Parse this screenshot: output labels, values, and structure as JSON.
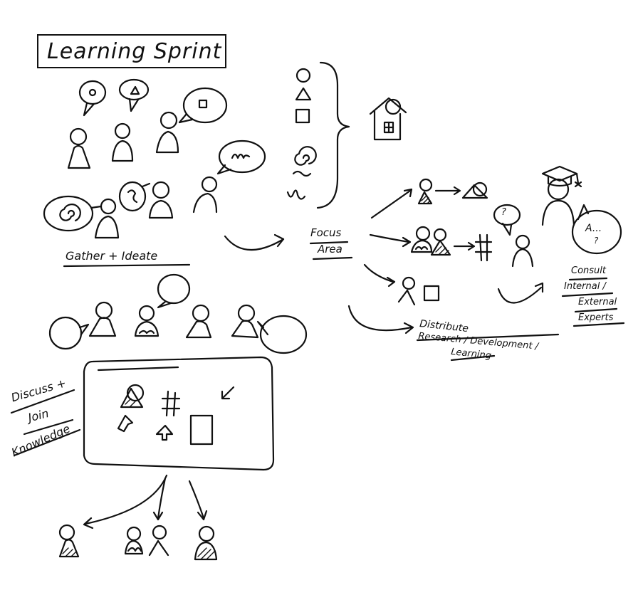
{
  "title": "Learning Sprint",
  "labels": {
    "gather_ideate": "Gather + Ideate",
    "focus": "Focus",
    "area": "Area",
    "distribute": "Distribute",
    "research_development": "Research / Development /",
    "learning": "Learning",
    "consult": "Consult",
    "internal": "Internal /",
    "external": "External",
    "experts": "Experts",
    "discuss": "Discuss +",
    "join": "Join",
    "knowledge": "Knowledge"
  },
  "bubbles": {
    "expert_bubble_line1": "A...",
    "expert_bubble_line2": "?",
    "question_bubble": "?"
  }
}
